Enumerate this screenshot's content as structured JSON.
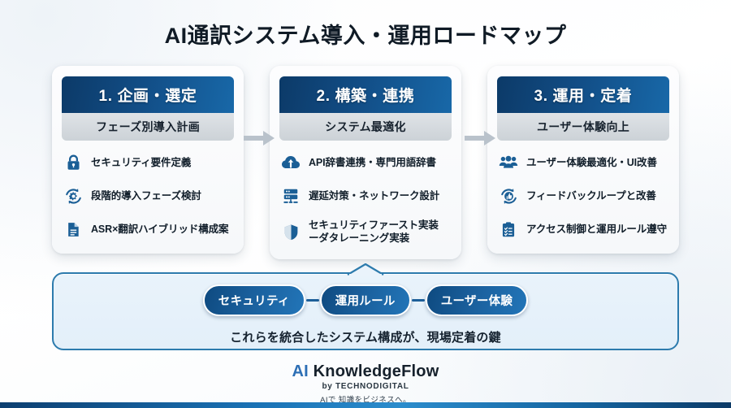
{
  "title": "AI通訳システム導入・運用ロードマップ",
  "colors": {
    "header_gradient_start": "#0c3a68",
    "header_gradient_end": "#1868a8",
    "subtitle_bar": "#d4d8dc",
    "icon_blue": "#1b5f96",
    "panel_fill": "#e8f2fa",
    "panel_border": "#2d7bad",
    "accent": "#2d6fb5"
  },
  "cards": [
    {
      "header": "1. 企画・選定",
      "subtitle": "フェーズ別導入計画",
      "items": [
        {
          "icon": "lock-icon",
          "label": "セキュリティ要件定義"
        },
        {
          "icon": "gear-refresh-icon",
          "label": "段階的導入フェーズ検討"
        },
        {
          "icon": "document-icon",
          "label": "ASR×翻訳ハイブリッド構成案"
        }
      ]
    },
    {
      "header": "2. 構築・連携",
      "subtitle": "システム最適化",
      "items": [
        {
          "icon": "cloud-upload-icon",
          "label": "API辞書連携・専門用語辞書"
        },
        {
          "icon": "server-icon",
          "label": "遅延対策・ネットワーク設計"
        },
        {
          "icon": "shield-icon",
          "label": "セキュリティファースト実装\nーダタレーニング実装"
        }
      ]
    },
    {
      "header": "3. 運用・定着",
      "subtitle": "ユーザー体験向上",
      "items": [
        {
          "icon": "people-icon",
          "label": "ユーザー体験最適化・UI改善"
        },
        {
          "icon": "thumbs-up-refresh-icon",
          "label": "フィードバックループと改善"
        },
        {
          "icon": "clipboard-check-icon",
          "label": "アクセス制御と運用ルール遵守"
        }
      ]
    }
  ],
  "arrows": [
    "arrow-right-icon",
    "arrow-right-icon"
  ],
  "summary_panel": {
    "pills": [
      "セキュリティ",
      "運用ルール",
      "ユーザー体験"
    ],
    "note": "これらを統合したシステム構成が、現場定着の鍵"
  },
  "footer": {
    "brand_prefix": "AI",
    "brand_name": " KnowledgeFlow",
    "by_line": "by TECHNODIGITAL",
    "tagline": "AIで 知識をビジネスへ。"
  }
}
